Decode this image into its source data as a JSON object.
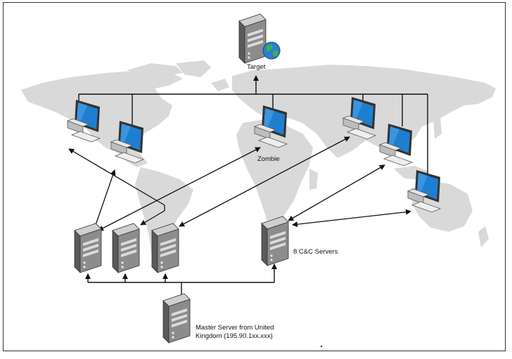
{
  "labels": {
    "target": "Target",
    "zombie": "Zombie",
    "cc_servers": "8 C&C Servers",
    "master_line1": "Master Server from United",
    "master_line2": "Kingdom (195.90.1xx.xxx)"
  },
  "colors": {
    "map": "#d9d9d9",
    "monitor": "#1e7fd1",
    "server": "#8a8a8a",
    "line": "#111111"
  },
  "icons": [
    "server-icon",
    "globe-icon",
    "computer-icon",
    "world-map"
  ]
}
